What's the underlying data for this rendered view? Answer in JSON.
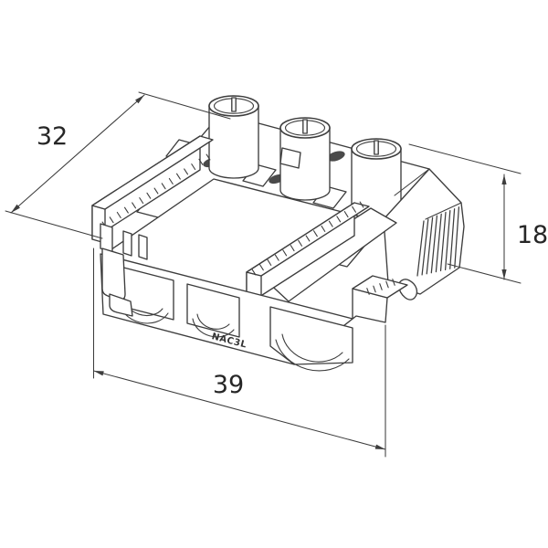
{
  "drawing": {
    "part_label": "NAC3L",
    "dim_depth": "32",
    "dim_width": "39",
    "dim_height": "18"
  }
}
